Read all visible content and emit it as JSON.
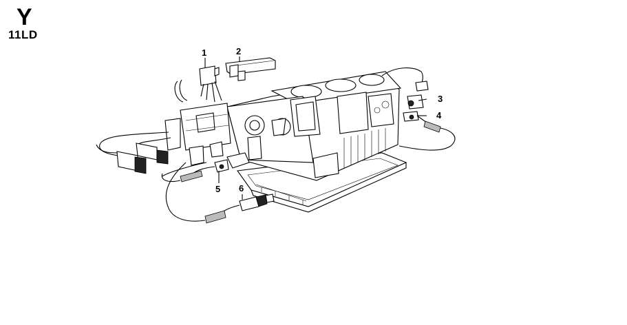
{
  "header": {
    "section_letter": "Y",
    "engine_code": "11LD"
  },
  "callouts": [
    {
      "id": "1",
      "label": "1"
    },
    {
      "id": "2",
      "label": "2"
    },
    {
      "id": "3",
      "label": "3"
    },
    {
      "id": "4",
      "label": "4"
    },
    {
      "id": "5",
      "label": "5"
    },
    {
      "id": "6",
      "label": "6"
    }
  ]
}
